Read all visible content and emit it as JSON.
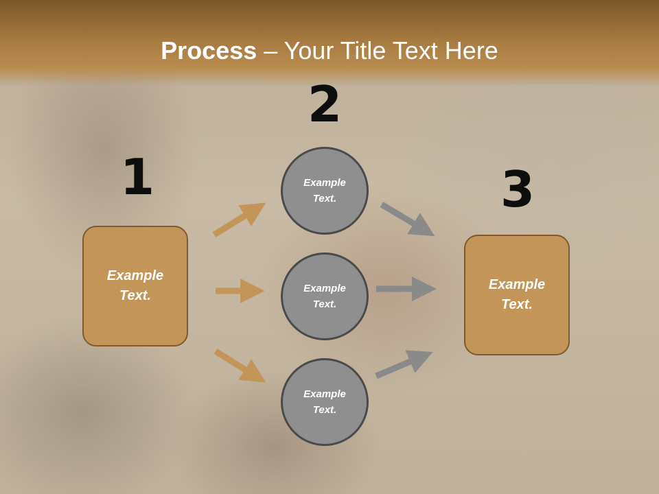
{
  "header": {
    "title_bold": "Process",
    "title_rest": " – Your Title Text Here"
  },
  "steps": {
    "step1": "1",
    "step2": "2",
    "step3": "3"
  },
  "boxes": {
    "left": [
      "Example",
      "Text."
    ],
    "right": [
      "Example",
      "Text."
    ]
  },
  "circles": {
    "top": [
      "Example",
      "Text."
    ],
    "middle": [
      "Example",
      "Text."
    ],
    "bottom": [
      "Example",
      "Text."
    ]
  },
  "colors": {
    "header": "#a5793f",
    "box_fill": "#c39559",
    "circle_fill": "#8f8f8f",
    "arrow_orange": "#c39559",
    "arrow_gray": "#8a8a8a"
  }
}
